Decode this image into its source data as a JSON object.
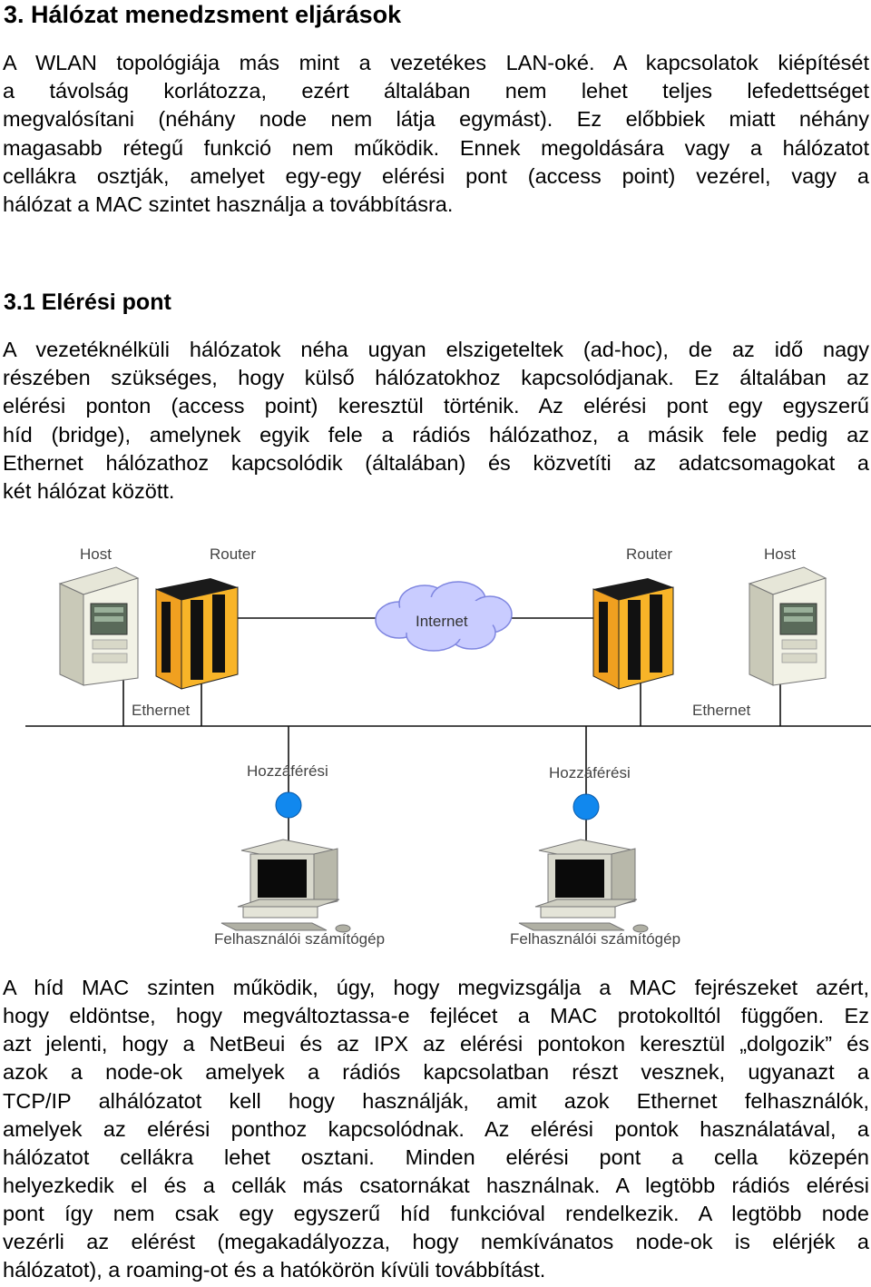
{
  "heading": "3. Hálózat menedzsment eljárások",
  "intro_lines": [
    " A WLAN topológiája más mint a vezetékes LAN-oké. A kapcsolatok kiépítését",
    "a távolság   korlátozza, ezért általában   nem lehet teljes lefedettséget",
    "megvalósítani (néhány node nem látja egymást).  Ez előbbiek miatt néhány",
    "magasabb rétegű funkció nem működik. Ennek megoldására vagy a hálózatot",
    "cellákra osztják, amelyet egy-egy elérési pont (access point) vezérel, vagy a",
    "hálózat a MAC szintet használja a továbbításra."
  ],
  "subheading": "3.1 Elérési pont",
  "section_lines": [
    "A vezetéknélküli hálózatok néha ugyan elszigeteltek (ad-hoc), de az idő nagy",
    "részében szükséges, hogy külső hálózatokhoz kapcsolódjanak. Ez általában az",
    "elérési ponton (access point) keresztül történik. Az elérési pont egy egyszerű",
    "híd (bridge), amelynek egyik fele a rádiós hálózathoz, a másik fele pedig az",
    "Ethernet hálózathoz kapcsolódik (általában) és közvetíti az adatcsomagokat a",
    "két hálózat között."
  ],
  "diagram": {
    "host_left": "Host",
    "router_left": "Router",
    "internet": "Internet",
    "router_right": "Router",
    "host_right": "Host",
    "ethernet_left": "Ethernet",
    "ethernet_right": "Ethernet",
    "ap_left": "Hozzáférési",
    "ap_right": "Hozzáférési",
    "pc_left": "Felhasználói számítógép",
    "pc_right": "Felhasználói számítógép"
  },
  "closing_lines": [
    "A híd  MAC szinten működik, úgy, hogy megvizsgálja a MAC fejrészeket azért,",
    "hogy  eldöntse,  hogy megváltoztassa-e fejlécet a MAC protokolltól függően.  Ez",
    "azt jelenti, hogy a NetBeui és az IPX az elérési pontokon keresztül „dolgozik” és",
    "azok a node-ok amelyek a rádiós kapcsolatban részt vesznek, ugyanazt a",
    "TCP/IP alhálózatot kell hogy használják, amit azok Ethernet felhasználók,",
    "amelyek az elérési ponthoz kapcsolódnak. Az elérési pontok használatával, a",
    "hálózatot cellákra lehet osztani. Minden elérési pont a cella közepén",
    "helyezkedik el és a cellák más csatornákat használnak. A legtöbb rádiós elérési",
    "pont így nem csak egy egyszerű híd funkcióval rendelkezik. A legtöbb node",
    "vezérli az elérést (megakadályozza, hogy nemkívánatos node-ok is elérjék a",
    "hálózatot), a roaming-ot és a hatókörön kívüli továbbítást."
  ]
}
